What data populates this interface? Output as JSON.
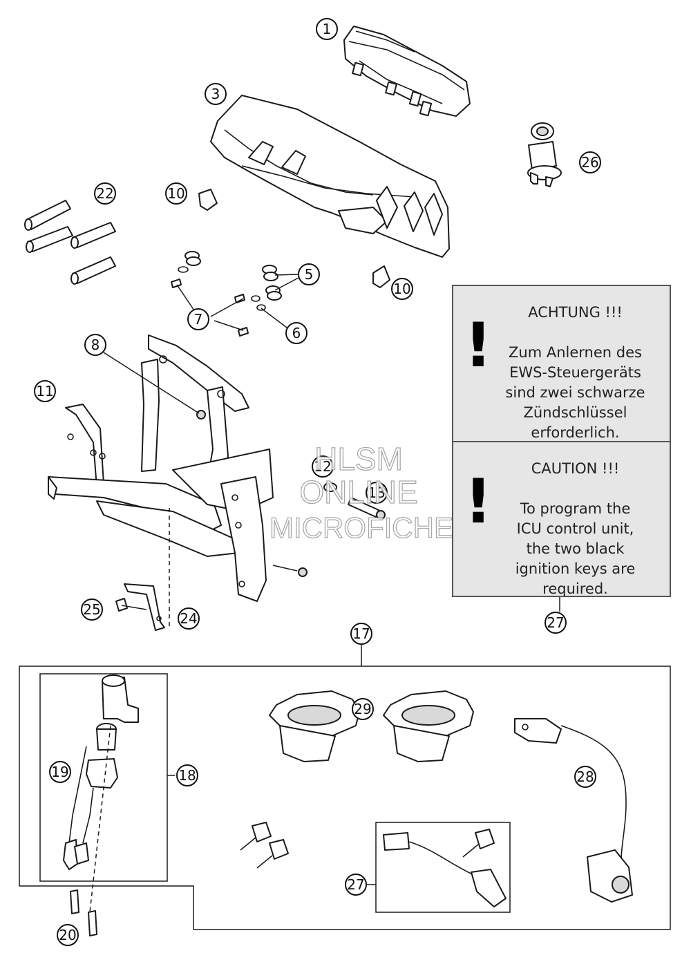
{
  "callouts": {
    "c1": "1",
    "c3": "3",
    "c5": "5",
    "c6": "6",
    "c7": "7",
    "c8": "8",
    "c10a": "10",
    "c10b": "10",
    "c11": "11",
    "c12": "12",
    "c13": "13",
    "c17": "17",
    "c18": "18",
    "c19": "19",
    "c20": "20",
    "c22": "22",
    "c24": "24",
    "c25": "25",
    "c26": "26",
    "c27a": "27",
    "c27b": "27",
    "c28": "28",
    "c29": "29"
  },
  "notice_german": {
    "mark": "!",
    "heading": "ACHTUNG !!!",
    "lines": [
      "Zum Anlernen des",
      "EWS-Steuergeräts",
      "sind zwei schwarze",
      "Zündschlüssel erforderlich."
    ]
  },
  "notice_english": {
    "mark": "!",
    "heading": "CAUTION !!!",
    "lines": [
      "To program the",
      "ICU control unit,",
      "the two black",
      "ignition keys are required."
    ]
  },
  "watermark": {
    "line1": "HLSM",
    "line2": "ONLINE",
    "line3": "MICROFICHE"
  },
  "icons": [
    "instrument-cluster",
    "headlight-mask",
    "power-socket",
    "sleeve",
    "clip-nut",
    "rubber-grommet",
    "washer",
    "screw",
    "bracket",
    "ignition-lock",
    "tank-cap",
    "key",
    "immobilizer-cable"
  ]
}
